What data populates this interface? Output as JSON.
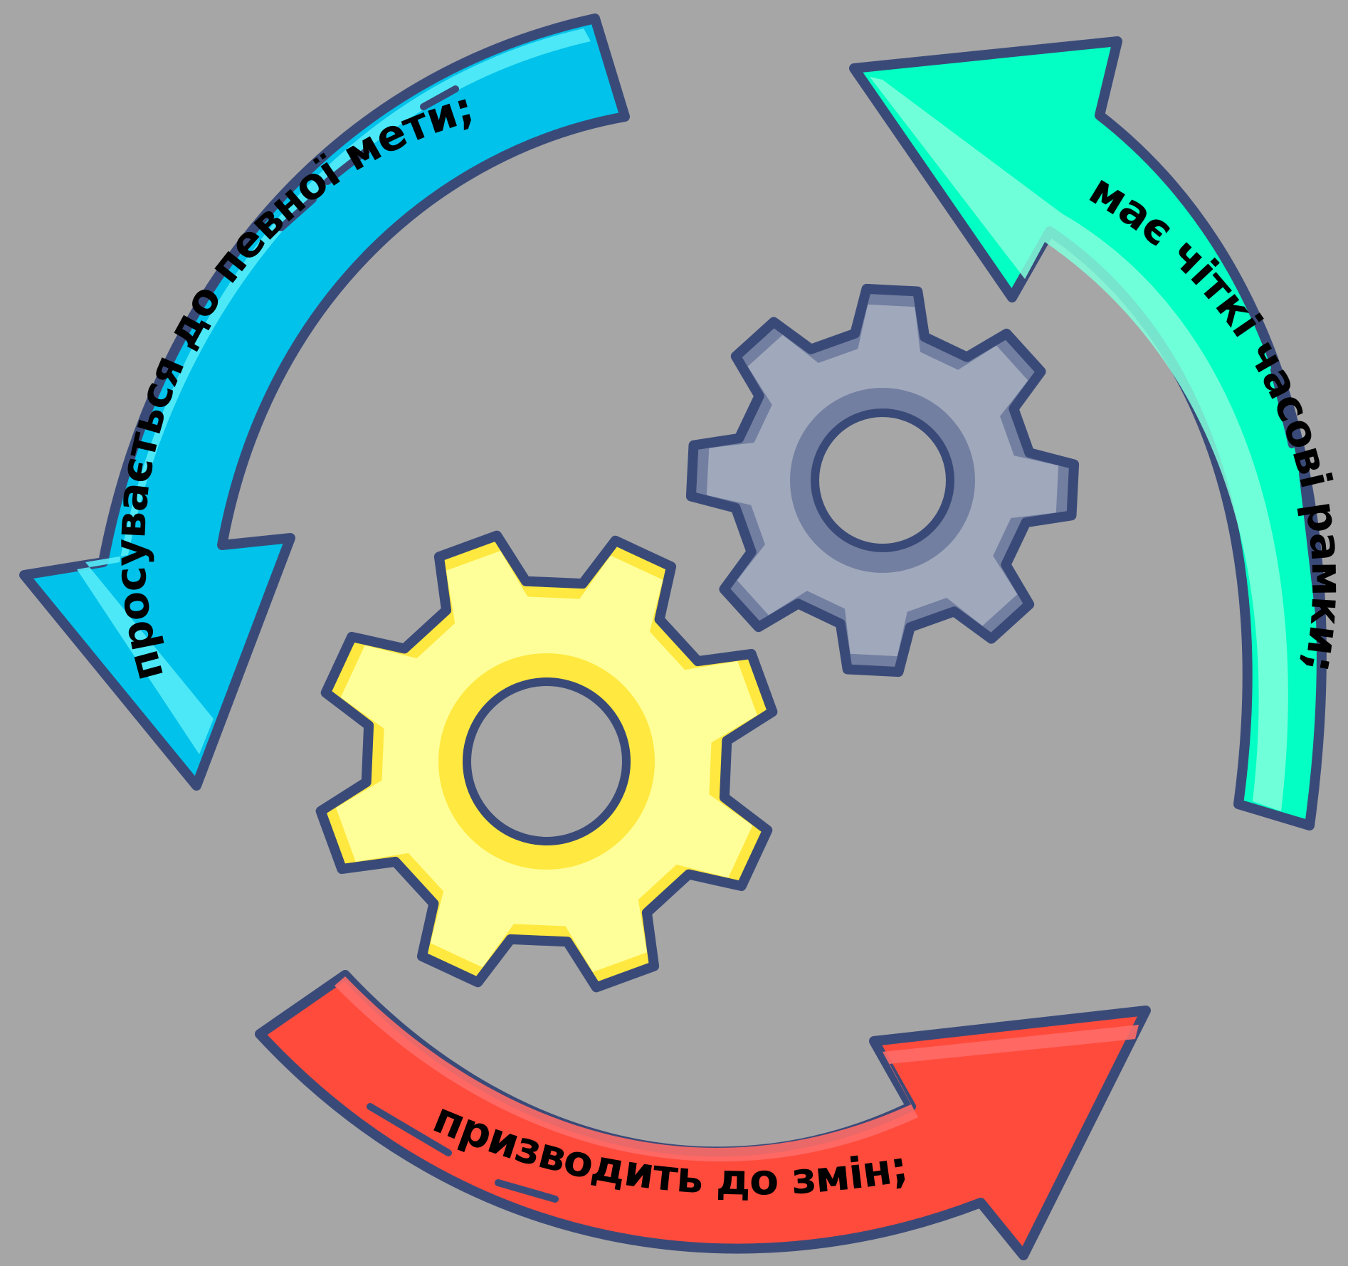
{
  "colors": {
    "background": "#a6a6a6",
    "outline": "#3a4a78",
    "blue_arrow": "#00c2ea",
    "blue_highlight": "#55ecf8",
    "green_arrow": "#03ffc3",
    "green_highlight": "#82ffdd",
    "red_arrow": "#ff4b3c",
    "red_highlight": "#ff6b67",
    "gear_yellow_outer": "#ffe83f",
    "gear_yellow_inner": "#ffff99",
    "gear_gray_outer": "#737fa0",
    "gear_gray_inner": "#a0a8bc"
  },
  "icons": [
    "circular-arrow-cycle",
    "gear-icon",
    "gear-icon"
  ],
  "labels": {
    "blue_arrow": "просувається до певної мети;",
    "green_arrow": "має чіткі часові рамки;",
    "red_arrow": "призводить до змін;"
  }
}
